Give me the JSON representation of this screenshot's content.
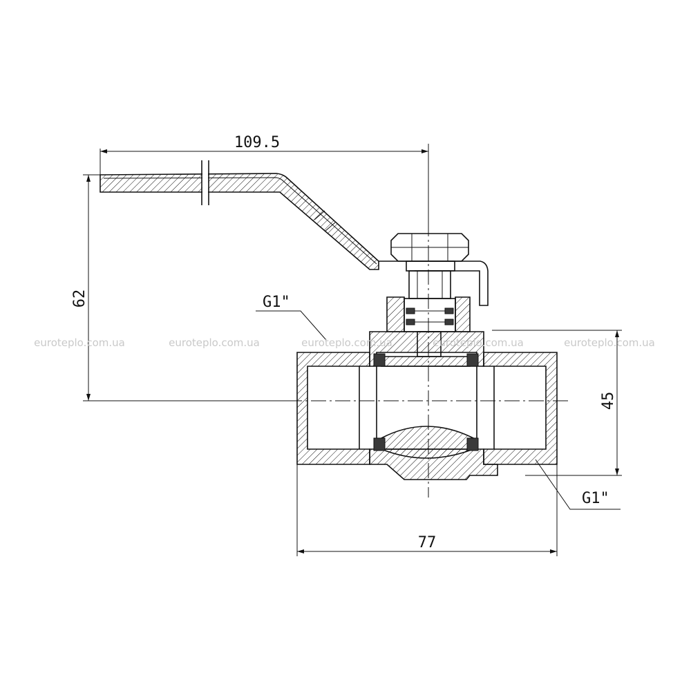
{
  "dimensions": {
    "handle_length": "109.5",
    "height_to_axis": "62",
    "body_height": "45",
    "body_length": "77"
  },
  "thread_labels": {
    "upper": "G1\"",
    "lower": "G1\""
  },
  "watermarks": [
    "euroteplo.com.ua",
    "euroteplo.com.ua",
    "euroteplo.com.ua",
    "euroteplo.com.ua",
    "euroteplo.com.ua"
  ]
}
